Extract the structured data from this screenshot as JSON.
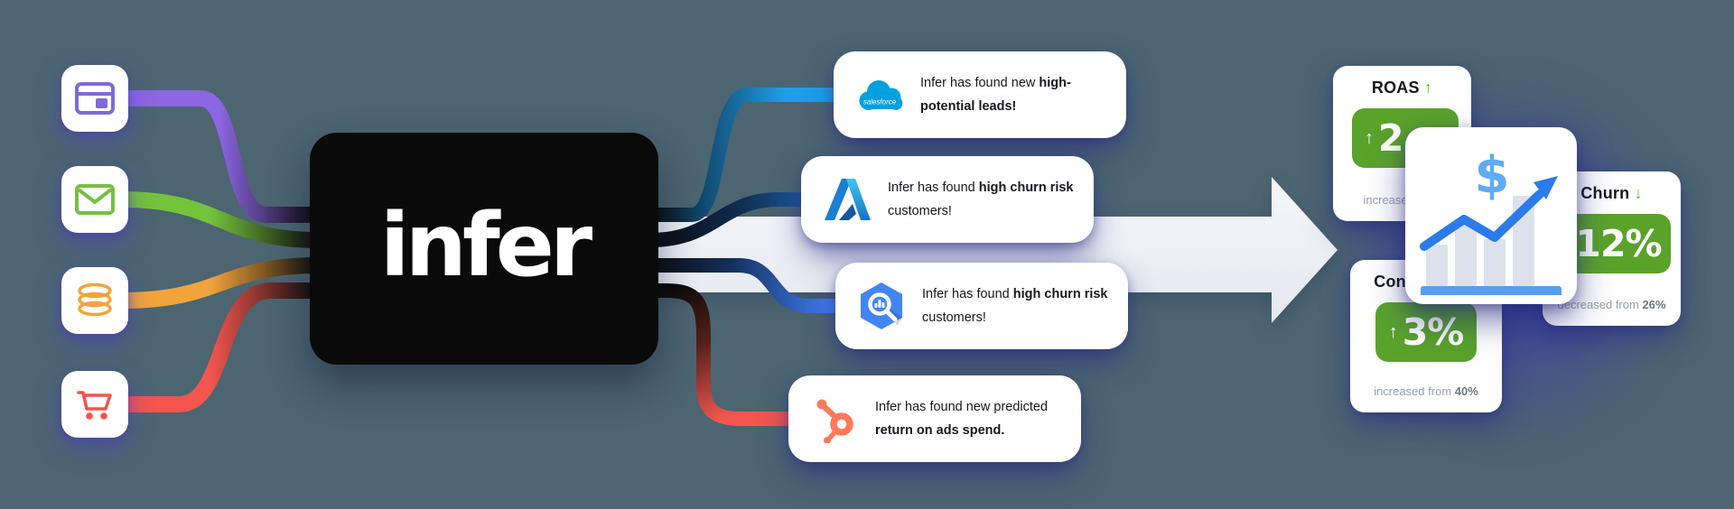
{
  "logo": {
    "text": "infer"
  },
  "sources": [
    {
      "name": "browser",
      "color": "#7e6ad8"
    },
    {
      "name": "email",
      "color": "#76c043"
    },
    {
      "name": "database",
      "color": "#f2a43c"
    },
    {
      "name": "cart",
      "color": "#f0544c"
    }
  ],
  "notifications": [
    {
      "app": "Salesforce",
      "logo_text": "salesforce",
      "pre": "Infer has found new ",
      "bold": "high-potential leads!",
      "post": ""
    },
    {
      "app": "Azure",
      "pre": "Infer has found ",
      "bold": "high churn risk",
      "post": " customers!"
    },
    {
      "app": "BigQuery",
      "pre": "Infer has found ",
      "bold": "high churn risk",
      "post": " customers!"
    },
    {
      "app": "HubSpot",
      "pre": "Infer has found new predicted ",
      "bold": "return on ads spend.",
      "post": ""
    }
  ],
  "metrics": {
    "roas": {
      "title": "ROAS",
      "trend_arrow": "↑",
      "value": "2",
      "subtitle": "increased from",
      "subtitle_bold": ""
    },
    "churn": {
      "title": "Churn",
      "trend_arrow": "↓",
      "value": "12%",
      "subtitle": "decreased from",
      "subtitle_bold": "26%"
    },
    "conversion": {
      "title": "Conversion",
      "trend_arrow": "↑",
      "value": "3%",
      "subtitle": "increased from",
      "subtitle_bold": "40%"
    }
  },
  "colors": {
    "background": "#4c6571",
    "accent_green": "#5aa32b",
    "line_purple": "#8d66e3",
    "line_green": "#74c33c",
    "line_orange": "#f2a43c",
    "line_red": "#f2564e",
    "line_salesforce_blue": "#1f9fe8",
    "line_azure_navy": "#1b5fa6",
    "line_bigquery_blue": "#3f7ef0",
    "salesforce_blue": "#00a1e0",
    "bigquery_blue": "#4285f4",
    "hubspot_orange": "#ff7a59",
    "chart_blue": "#2b7ce9"
  }
}
